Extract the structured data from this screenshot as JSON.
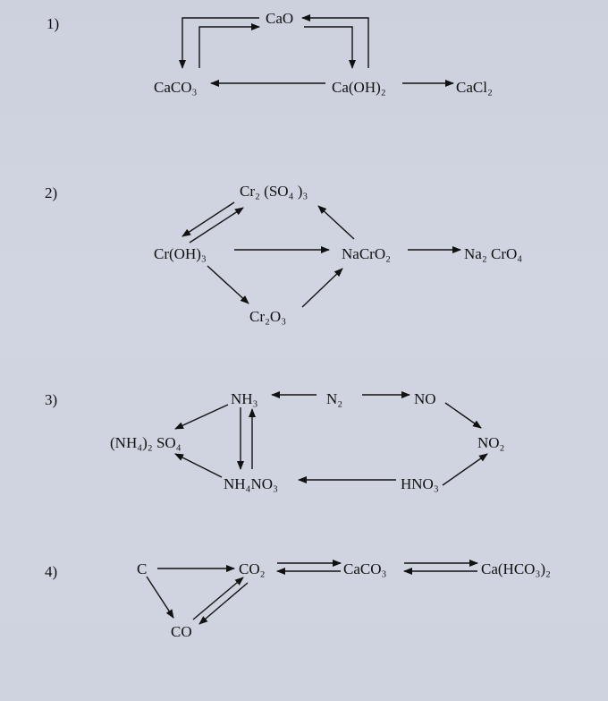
{
  "diagram": {
    "s1": {
      "number": "1)",
      "cao": "CaO",
      "caco3": "CaCO₃",
      "caoh2": "Ca(OH)₂",
      "cacl2": "CaCl₂"
    },
    "s2": {
      "number": "2)",
      "cr2so43": "Cr₂ (SO₄ )₃",
      "croh3": "Cr(OH)₃",
      "nacro2": "NaCrO₂",
      "na2cro4": "Na₂ CrO₄",
      "cr2o3": "Cr₂O₃"
    },
    "s3": {
      "number": "3)",
      "nh3": "NH₃",
      "n2": "N₂",
      "no": "NO",
      "nh42so4": "(NH₄)₂ SO₄",
      "no2": "NO₂",
      "nh4no3": "NH₄NO₃",
      "hno3": "HNO₃"
    },
    "s4": {
      "number": "4)",
      "c": "C",
      "co2": "CO₂",
      "caco3": "CaCO₃",
      "cahco32": "Ca(HCO₃)₂",
      "co": "CO"
    }
  }
}
